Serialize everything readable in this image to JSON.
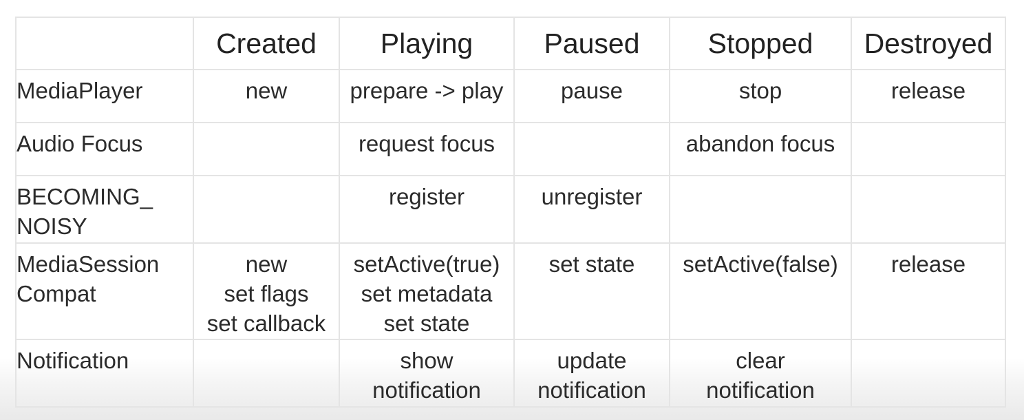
{
  "table": {
    "columns": [
      "",
      "Created",
      "Playing",
      "Paused",
      "Stopped",
      "Destroyed"
    ],
    "rows": [
      {
        "label": [
          "MediaPlayer"
        ],
        "cells": [
          [
            "new"
          ],
          [
            "prepare -> play"
          ],
          [
            "pause"
          ],
          [
            "stop"
          ],
          [
            "release"
          ]
        ]
      },
      {
        "label": [
          "Audio Focus"
        ],
        "cells": [
          [],
          [
            "request focus"
          ],
          [],
          [
            "abandon focus"
          ],
          []
        ]
      },
      {
        "label": [
          "BECOMING_",
          "NOISY"
        ],
        "cells": [
          [],
          [
            "register"
          ],
          [
            "unregister"
          ],
          [],
          []
        ]
      },
      {
        "label": [
          "MediaSession",
          "Compat"
        ],
        "cells": [
          [
            "new",
            "set flags",
            "set callback"
          ],
          [
            "setActive(true)",
            "set metadata",
            "set state"
          ],
          [
            "set state"
          ],
          [
            "setActive(false)"
          ],
          [
            "release"
          ]
        ]
      },
      {
        "label": [
          "Notification"
        ],
        "cells": [
          [],
          [
            "show",
            "notification"
          ],
          [
            "update",
            "notification"
          ],
          [
            "clear",
            "notification"
          ],
          []
        ]
      }
    ]
  }
}
